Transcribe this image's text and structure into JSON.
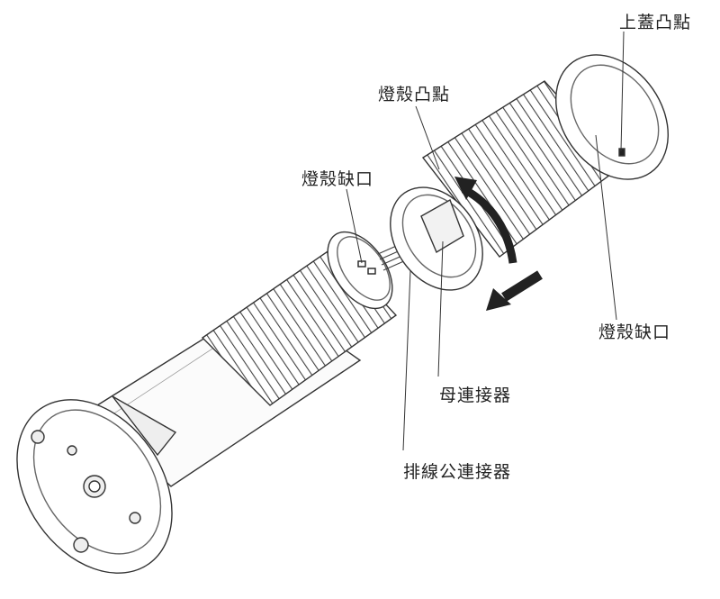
{
  "labels": {
    "top_cover_bump": "上蓋凸點",
    "shell_bump": "燈殼凸點",
    "shell_notch_left": "燈殼缺口",
    "shell_notch_right": "燈殼缺口",
    "female_connector": "母連接器",
    "ribbon_male_connector": "排線公連接器"
  }
}
